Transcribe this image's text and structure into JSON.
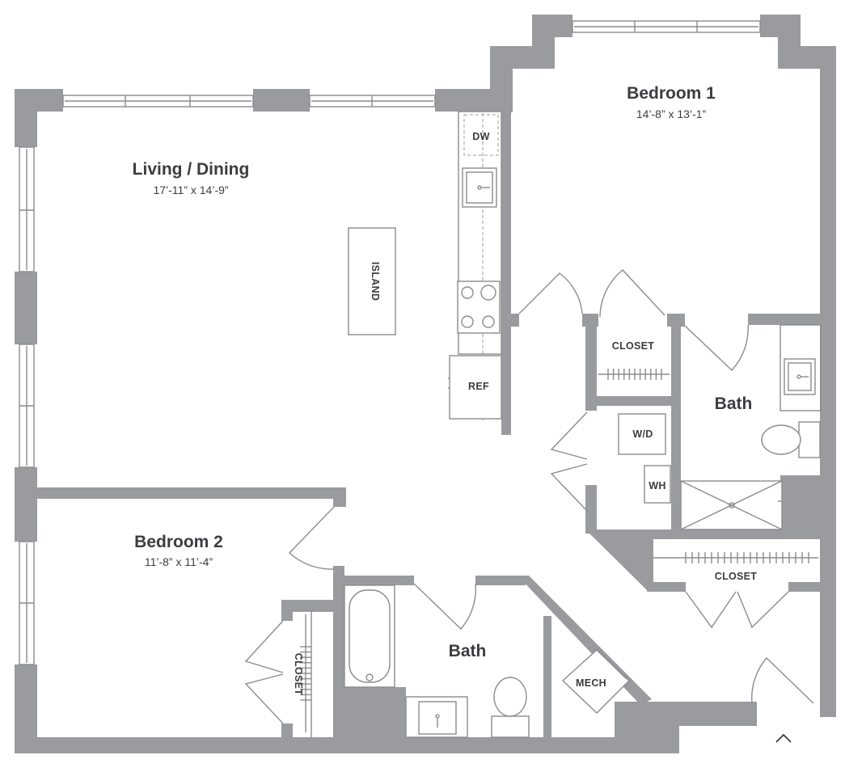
{
  "rooms": {
    "living": {
      "name": "Living / Dining",
      "dims": "17’-11” x 14’-9”"
    },
    "bedroom1": {
      "name": "Bedroom 1",
      "dims": "14’-8” x 13’-1”"
    },
    "bedroom2": {
      "name": "Bedroom 2",
      "dims": "11’-8” x 11’-4”"
    },
    "bath1": {
      "name": "Bath"
    },
    "bath2": {
      "name": "Bath"
    }
  },
  "labels": {
    "island": "ISLAND",
    "dishwasher": "DW",
    "refrigerator": "REF",
    "closet_bed1": "CLOSET",
    "closet_hall": "CLOSET",
    "closet_bed2": "CLOSET",
    "washer_dryer": "W/D",
    "water_heater": "WH",
    "mechanical": "MECH"
  },
  "icons": {
    "entry_marker": "chevron-up-icon"
  }
}
